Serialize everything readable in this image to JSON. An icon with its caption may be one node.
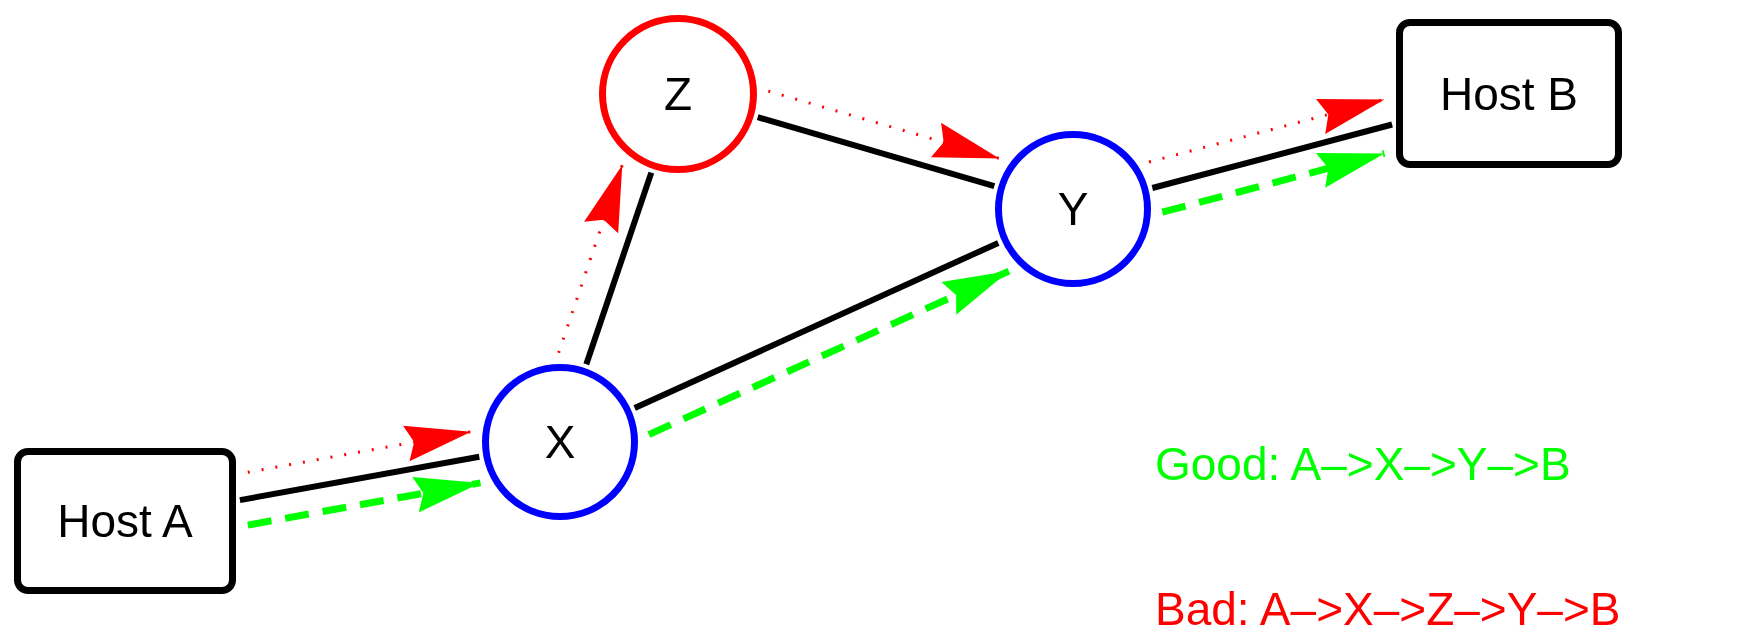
{
  "diagram": {
    "nodes": [
      {
        "text": [
          "Host A"
        ]
      },
      {
        "text": [
          "X"
        ]
      },
      {
        "text": [
          "Z"
        ]
      },
      {
        "text": [
          "Y"
        ]
      },
      {
        "text": [
          "Host B"
        ]
      }
    ],
    "edges": [
      {
        "from": 0,
        "to": 1,
        "arrow": "none"
      },
      {
        "from": 1,
        "to": 2,
        "arrow": "none"
      },
      {
        "from": 1,
        "to": 3,
        "arrow": "none"
      },
      {
        "from": 2,
        "to": 3,
        "arrow": "none"
      },
      {
        "from": 3,
        "to": 4,
        "arrow": "none"
      },
      {
        "from": 0,
        "to": 1,
        "arrow": "to",
        "style": "dashed",
        "color": "#ff0000"
      },
      {
        "from": 1,
        "to": 2,
        "arrow": "to",
        "style": "dashed",
        "color": "#ff0000"
      },
      {
        "from": 2,
        "to": 3,
        "arrow": "to",
        "style": "dashed",
        "color": "#ff0000"
      },
      {
        "from": 3,
        "to": 4,
        "arrow": "to",
        "style": "dashed",
        "color": "#ff0000"
      },
      {
        "from": 0,
        "to": 1,
        "arrow": "to",
        "style": "dashed",
        "color": "#00ff00"
      },
      {
        "from": 1,
        "to": 3,
        "arrow": "to",
        "style": "dashed",
        "color": "#00ff00"
      },
      {
        "from": 3,
        "to": 4,
        "arrow": "to",
        "style": "dashed",
        "color": "#00ff00"
      }
    ],
    "labels": [
      "Good: A–>X–>Y–>B",
      "Bad: A–>X–>Z–>Y–>B"
    ]
  }
}
